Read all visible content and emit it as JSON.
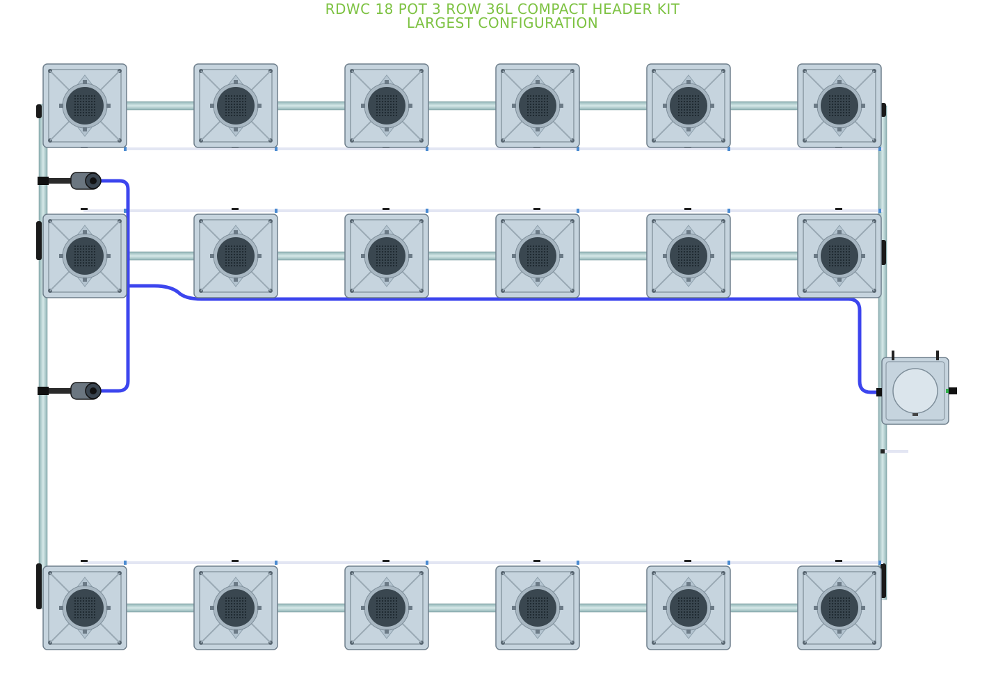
{
  "title": {
    "line1": "RDWC 18 POT 3 ROW 36L COMPACT HEADER KIT",
    "line2": "LARGEST CONFIGURATION",
    "color": "#7dc242"
  },
  "colors": {
    "pot_body": "#c6d4de",
    "pot_inner": "#b4c4d0",
    "pot_edge": "#6f7f8c",
    "net_pot": "#3a4750",
    "pipe": "#a9c6c7",
    "pipe_edge": "#6f8f92",
    "hose": "#3c45ee",
    "header_white": "#e3e6f3",
    "connector": "#4a8ad0",
    "fitting": "#1c1c1c"
  },
  "layout": {
    "rows": 3,
    "pots_per_row": 6,
    "total_pots": 18,
    "control_bucket": true,
    "pumps": 2
  },
  "icons": {
    "pot": "square-pot-icon",
    "net_pot": "net-pot-icon",
    "pump": "pump-icon",
    "control_bucket": "control-bucket-icon"
  }
}
